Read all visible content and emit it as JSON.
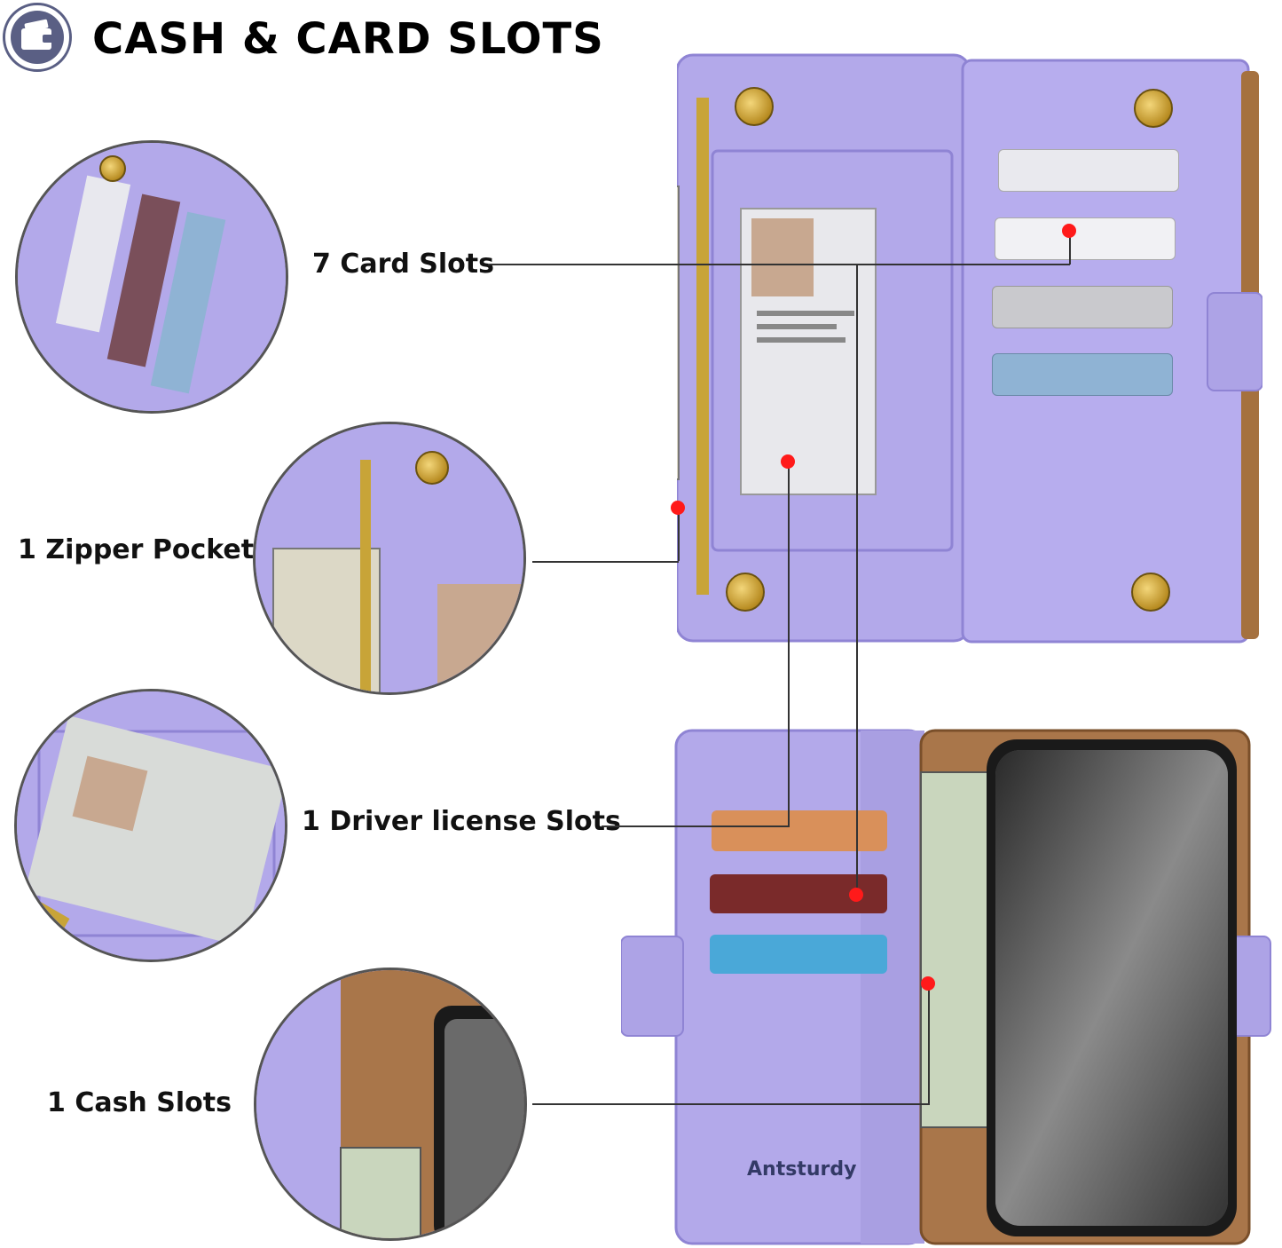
{
  "header": {
    "title": "CASH & CARD SLOTS",
    "icon": "wallet-icon"
  },
  "callouts": {
    "card_slots": "7 Card Slots",
    "zipper_pocket": "1 Zipper Pocket",
    "driver_license": "1 Driver license Slots",
    "cash_slots": "1 Cash Slots"
  },
  "product": {
    "brand": "Antsturdy"
  },
  "colors": {
    "leather": "#b3a9ea",
    "leather_dark": "#9a8fdc",
    "interior": "#a9764a",
    "leader_dot": "#ff1a1a",
    "icon_bg": "#5a5f84"
  }
}
